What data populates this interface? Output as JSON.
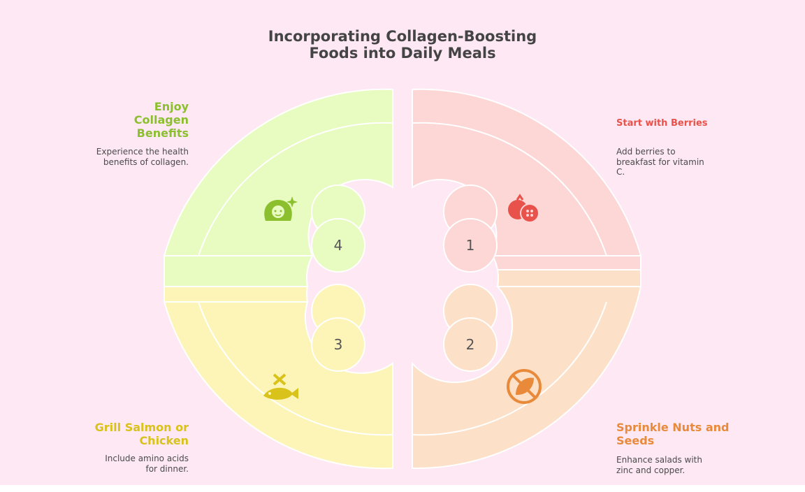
{
  "title": "Incorporating Collagen-Boosting Foods into Daily Meals",
  "steps": [
    {
      "number": "1",
      "title": "Start with Berries",
      "description": "Add berries to breakfast for vitamin C.",
      "color": "#e8524a",
      "fill": "#fdd6d6",
      "icon": "berry-icon"
    },
    {
      "number": "2",
      "title": "Sprinkle Nuts and Seeds",
      "description": "Enhance salads with zinc and copper.",
      "color": "#e88a3a",
      "fill": "#fde0c8",
      "icon": "no-nuts-icon"
    },
    {
      "number": "3",
      "title": "Grill Salmon or Chicken",
      "description": "Include amino acids for dinner.",
      "color": "#d9c21a",
      "fill": "#fdf5b8",
      "icon": "fish-icon"
    },
    {
      "number": "4",
      "title": "Enjoy Collagen Benefits",
      "description": "Experience the health benefits of collagen.",
      "color": "#8bbf2e",
      "fill": "#e8fbc0",
      "icon": "woman-sparkle-icon"
    }
  ]
}
